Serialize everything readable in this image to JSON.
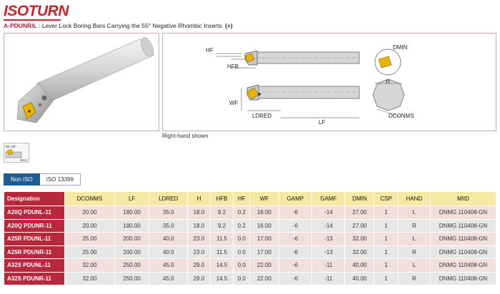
{
  "brand": {
    "part1": "ISO",
    "part2": "TURN"
  },
  "header": {
    "code": "A-PDUNR/L",
    "separator": " : ",
    "title": "Lever Lock Boring Bars Carrying the 55° Negative Rhombic Inserts",
    "expand": "(+)"
  },
  "caption": "Right-hand shown",
  "drawing_labels": {
    "hf": "HF",
    "hfb": "HFB",
    "wf": "WF",
    "ldred": "LDRED",
    "lf": "LF",
    "dmin": "DMIN",
    "h": "H",
    "dconms": "DCONMS"
  },
  "angle_icon": {
    "angle": "95°-93°",
    "max": "MAX"
  },
  "tabs": [
    {
      "label": "Non ISO",
      "active": true
    },
    {
      "label": "ISO 13399",
      "active": false
    }
  ],
  "table": {
    "headers": [
      "Designation",
      "DCONMS",
      "LF",
      "LDRED",
      "H",
      "HFB",
      "HF",
      "WF",
      "GAMP",
      "GAMF",
      "DMIN",
      "CSP",
      "HAND",
      "MIID"
    ],
    "rows": [
      [
        "A20Q PDUNL-11",
        "20.00",
        "180.00",
        "35.0",
        "18.0",
        "9.2",
        "0.2",
        "16.00",
        "-6",
        "-14",
        "27.00",
        "1",
        "L",
        "DNMG 110408-GN"
      ],
      [
        "A20Q PDUNR-11",
        "20.00",
        "180.00",
        "35.0",
        "18.0",
        "9.2",
        "0.2",
        "16.00",
        "-6",
        "-14",
        "27.00",
        "1",
        "R",
        "DNMG 110408-GN"
      ],
      [
        "A25R PDUNL-11",
        "25.00",
        "200.00",
        "40.0",
        "23.0",
        "11.5",
        "0.0",
        "17.00",
        "-6",
        "-13",
        "32.00",
        "1",
        "L",
        "DNMG 110408-GN"
      ],
      [
        "A25R PDUNR-11",
        "25.00",
        "200.00",
        "40.0",
        "23.0",
        "11.5",
        "0.0",
        "17.00",
        "-6",
        "-13",
        "32.00",
        "1",
        "R",
        "DNMG 110408-GN"
      ],
      [
        "A32S PDUNL-11",
        "32.00",
        "250.00",
        "45.0",
        "29.0",
        "14.5",
        "0.0",
        "22.00",
        "-6",
        "-11",
        "40.00",
        "1",
        "L",
        "DNMG 110408-GN"
      ],
      [
        "A32S PDUNR-11",
        "32.00",
        "250.00",
        "45.0",
        "29.0",
        "14.5",
        "0.0",
        "22.00",
        "-6",
        "-11",
        "40.00",
        "1",
        "R",
        "DNMG 110408-GN"
      ]
    ]
  },
  "colors": {
    "brand_red": "#d0202b",
    "designation_bg": "#b7283d",
    "header_bg": "#f6e9a3",
    "row_pink": "#f3dede",
    "row_grey": "#e7e7e7",
    "tab_active": "#1f5c8f",
    "insert_gold": "#e8b400"
  }
}
